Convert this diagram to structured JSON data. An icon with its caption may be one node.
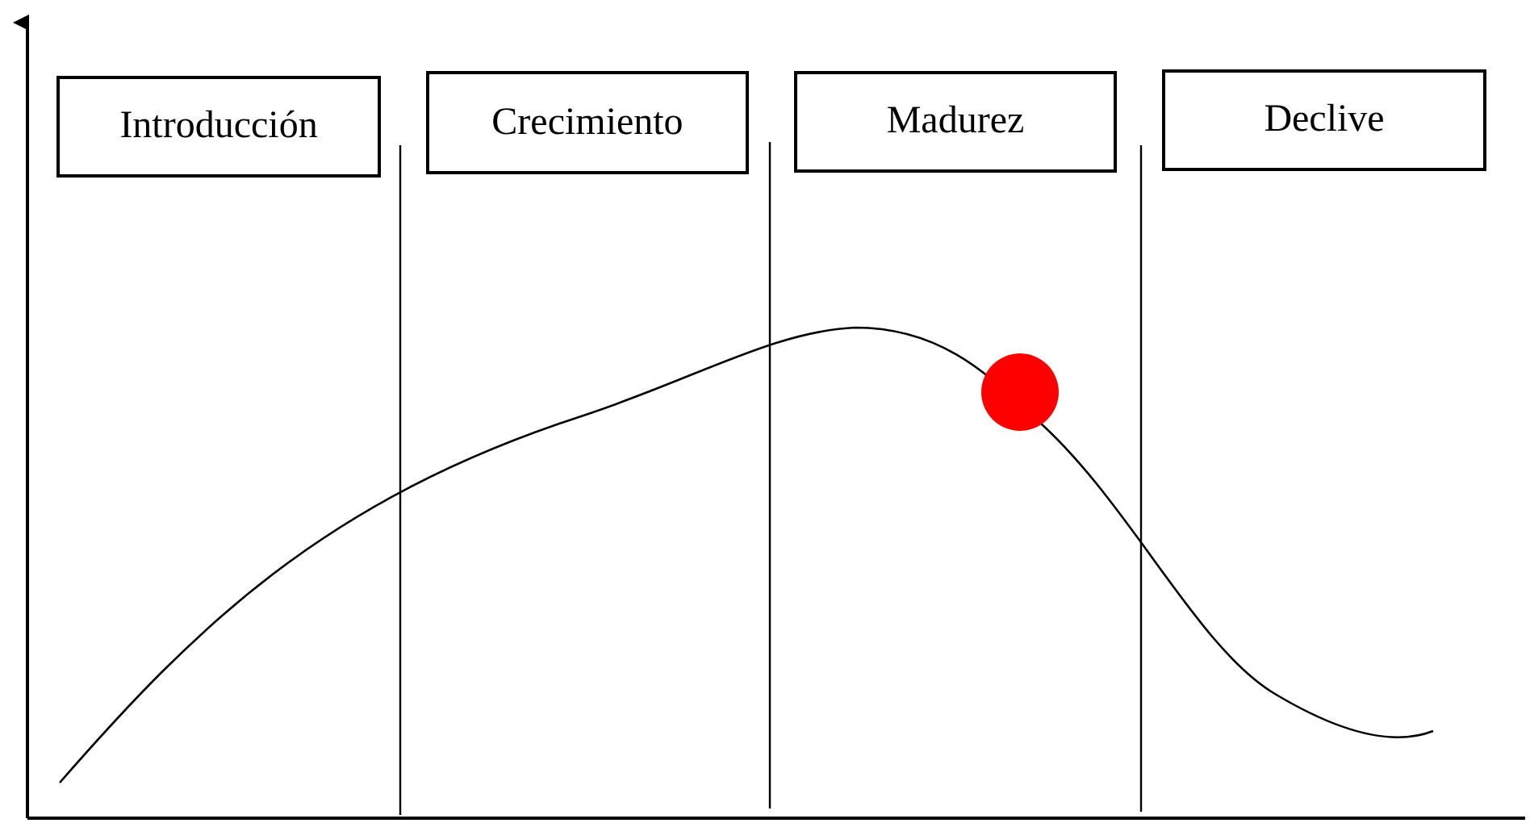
{
  "diagram": {
    "nodes": [
      {
        "text": [
          "Introducción"
        ]
      },
      {
        "text": [
          "Crecimiento"
        ]
      },
      {
        "text": [
          "Madurez"
        ]
      },
      {
        "text": [
          "Declive"
        ]
      }
    ]
  }
}
